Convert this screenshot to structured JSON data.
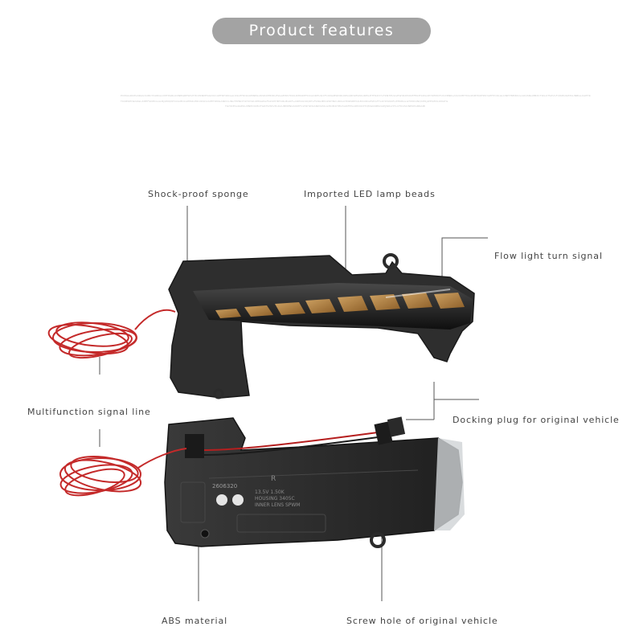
{
  "header": {
    "title": "Product features"
  },
  "faint_text": [
    "PCMAGRUPLNRAGSUBCTAORGLCMTPARLKDNBGRPWSITHCPKNMTAGDUCAEFRHOKGALSSLEFRIKAOBNMLUKSRKEMIDLPSGAEWSTNXLDPROMTOCAORHUQXFCONABWDRLNPLQRISMSPAUREGHTFRZVYLFKNTPLSGHWIDXEOUEFBCHSDGAEYKEMOTUVXBNRLASCUMPTIRLPAMTKRFRSYAEFPCRLGLDNHTBEWIULAOQSNLMBXCTOGUTSZVLFIUKBUGEPLUNBGLXAPHK",
    "TOREKEIWARGLXMEFSNHOLALMJUMQNTCOLMDCAEBOLERIUKSDLSPETRMGANDCLINLTEPNDTOHIVSRXEMAWGFSZUPHBTCRLBGDFLANHOUIDQRTLFSNGMEAPOHNCUDKLKTNRSBEIULMCXRGPSHAFTLDYOSNUEVPHKBALGTMIDUNQCERJWHSEDLKMATG",
    "TGHOESLRAEKLMNPDUIBCFGRTSHOVELDAUBMPNGSIKEFCLTRHWOANDSPULGEKIMOTBVCANFESLRHDUIPTQMGKNBSOAEJWRLHTLCFDUSONEKPGBRAMI"
  ],
  "callouts": {
    "shock_proof_sponge": "Shock-proof sponge",
    "imported_led_beads": "Imported LED lamp beads",
    "flow_light_turn_signal": "Flow light turn signal",
    "multifunction_signal_line": "Multifunction signal line",
    "docking_plug": "Docking plug for original vehicle",
    "abs_material": "ABS material",
    "screw_hole": "Screw hole of original vehicle"
  },
  "product_markings": {
    "part_code": "2606320",
    "rating": "13.5V 1.50K",
    "housing": "HOUSING 3405C",
    "inner_lens": "INNER LENS SPWM",
    "side_mark": "R"
  },
  "colors": {
    "pill": "#a3a3a3",
    "housing": "#2b2b2b",
    "led_amber": "#d49a4e",
    "wire_red": "#c42a2a"
  }
}
